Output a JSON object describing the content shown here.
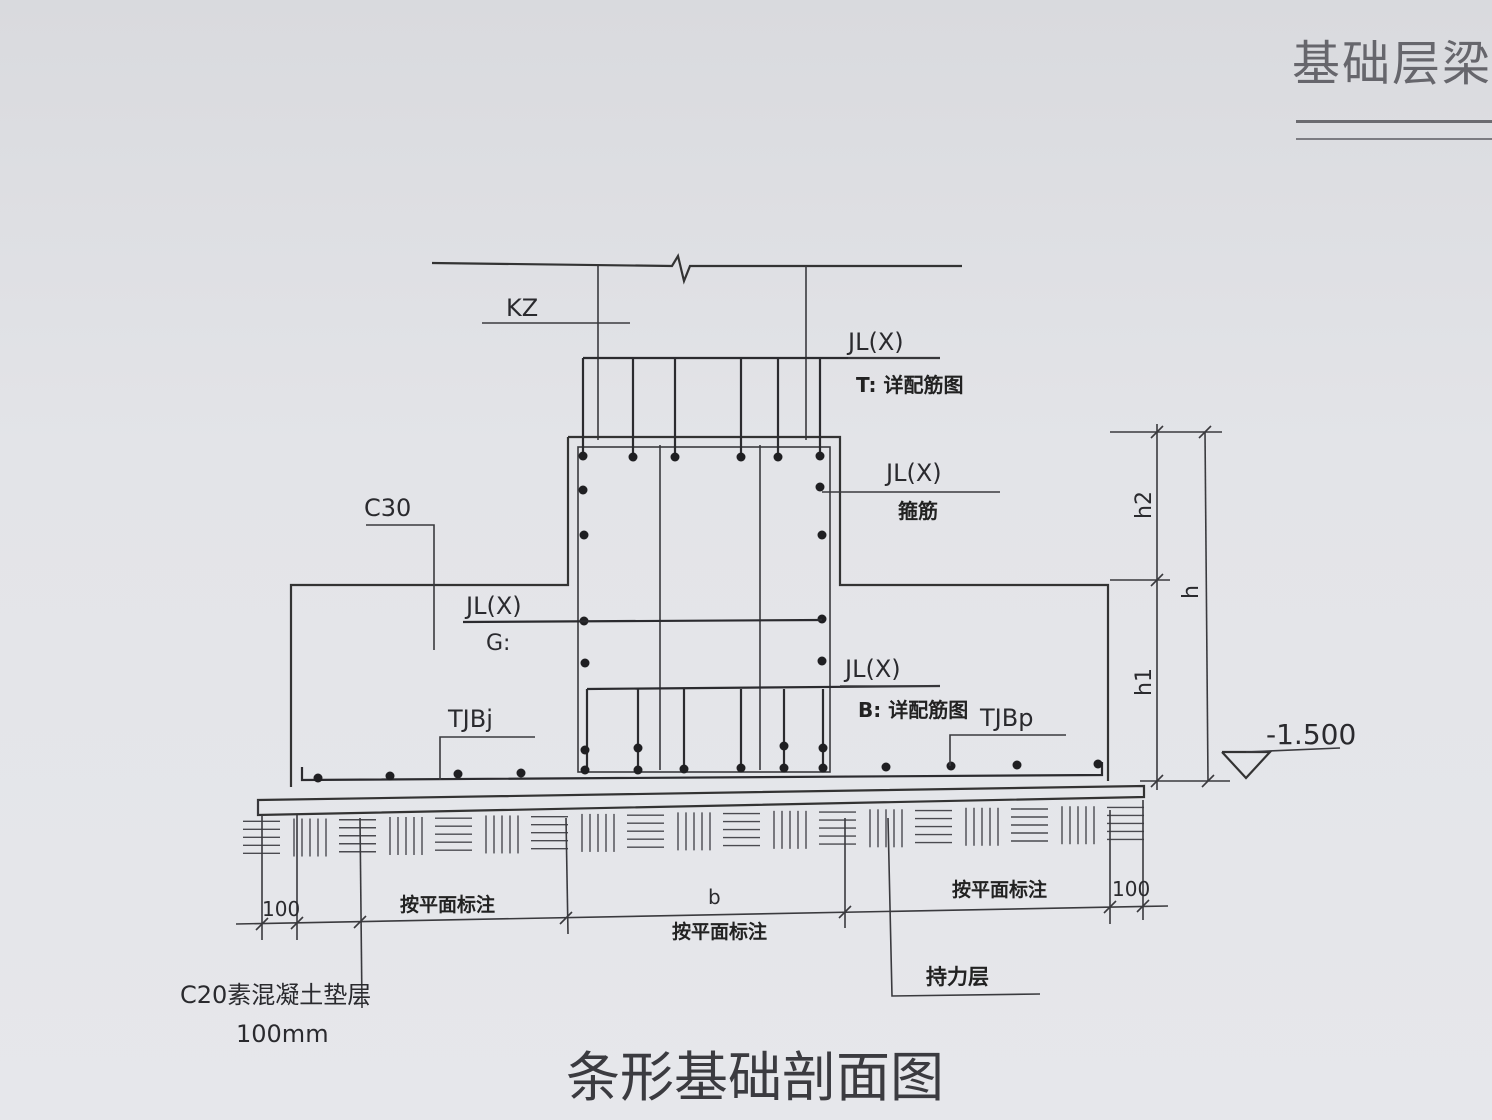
{
  "header": {
    "title": "基础层梁"
  },
  "drawing": {
    "title": "条形基础剖面图",
    "labels": {
      "kz": "KZ",
      "jl_top": "JL(X)",
      "jl_top_note": "T: 详配筋图",
      "jl_stirrup": "JL(X)",
      "jl_stirrup_note": "箍筋",
      "c30": "C30",
      "jl_side": "JL(X)",
      "jl_side_note": "G:",
      "jl_bottom": "JL(X)",
      "jl_bottom_note": "B: 详配筋图",
      "tjbj": "TJBj",
      "tjbp": "TJBp",
      "elevation": "-1.500",
      "h2": "h2",
      "h1": "h1",
      "h": "h",
      "dim_100_left": "100",
      "dim_left_note": "按平面标注",
      "dim_b": "b",
      "dim_b_note": "按平面标注",
      "dim_right_note": "按平面标注",
      "dim_100_right": "100",
      "bearing_layer": "持力层",
      "cushion": "C20素混凝土垫层",
      "cushion_thickness": "100mm"
    }
  }
}
